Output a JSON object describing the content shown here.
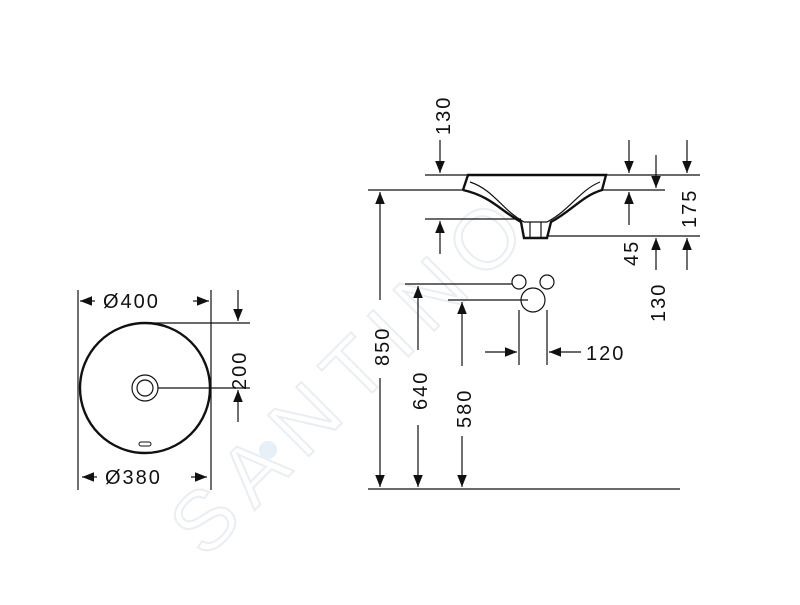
{
  "watermark": "SANTINO",
  "plan_view": {
    "outer_diameter": "Ø400",
    "inner_diameter": "Ø380",
    "center_offset": "200"
  },
  "section_view": {
    "rim_dim": "130",
    "bowl_height": "175",
    "drain_height": "45",
    "tap_spacing": "130",
    "tap_gap": "120",
    "top_height": "850",
    "mid_height": "640",
    "low_height": "580"
  }
}
